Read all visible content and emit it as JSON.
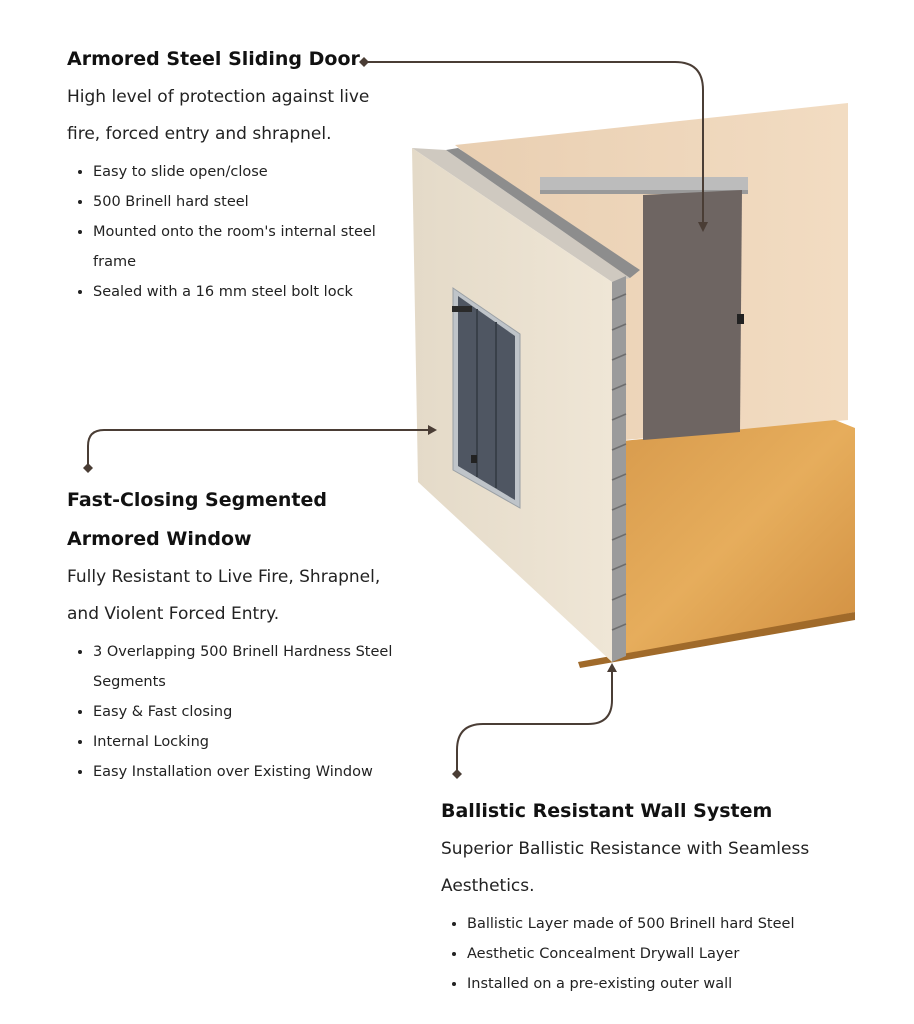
{
  "door": {
    "title": "Armored Steel Sliding Door",
    "desc": "High level of protection against live fire, forced entry and shrapnel.",
    "items": [
      "Easy to slide open/close",
      "500 Brinell hard steel",
      "Mounted onto the room's internal steel frame",
      "Sealed with a 16 mm steel bolt  lock"
    ]
  },
  "window": {
    "title": "Fast-Closing Segmented Armored Window",
    "desc": "Fully Resistant to Live Fire, Shrapnel, and Violent Forced Entry.",
    "items": [
      "3 Overlapping 500 Brinell Hardness Steel Segments",
      "Easy & Fast closing",
      "Internal Locking",
      "Easy Installation over Existing Window"
    ]
  },
  "wall": {
    "title": "Ballistic Resistant Wall System",
    "desc": "Superior Ballistic Resistance with Seamless Aesthetics.",
    "items": [
      "Ballistic Layer made of  500 Brinell hard Steel",
      "Aesthetic Concealment Drywall Layer",
      "Installed on a pre-existing outer wall"
    ]
  }
}
